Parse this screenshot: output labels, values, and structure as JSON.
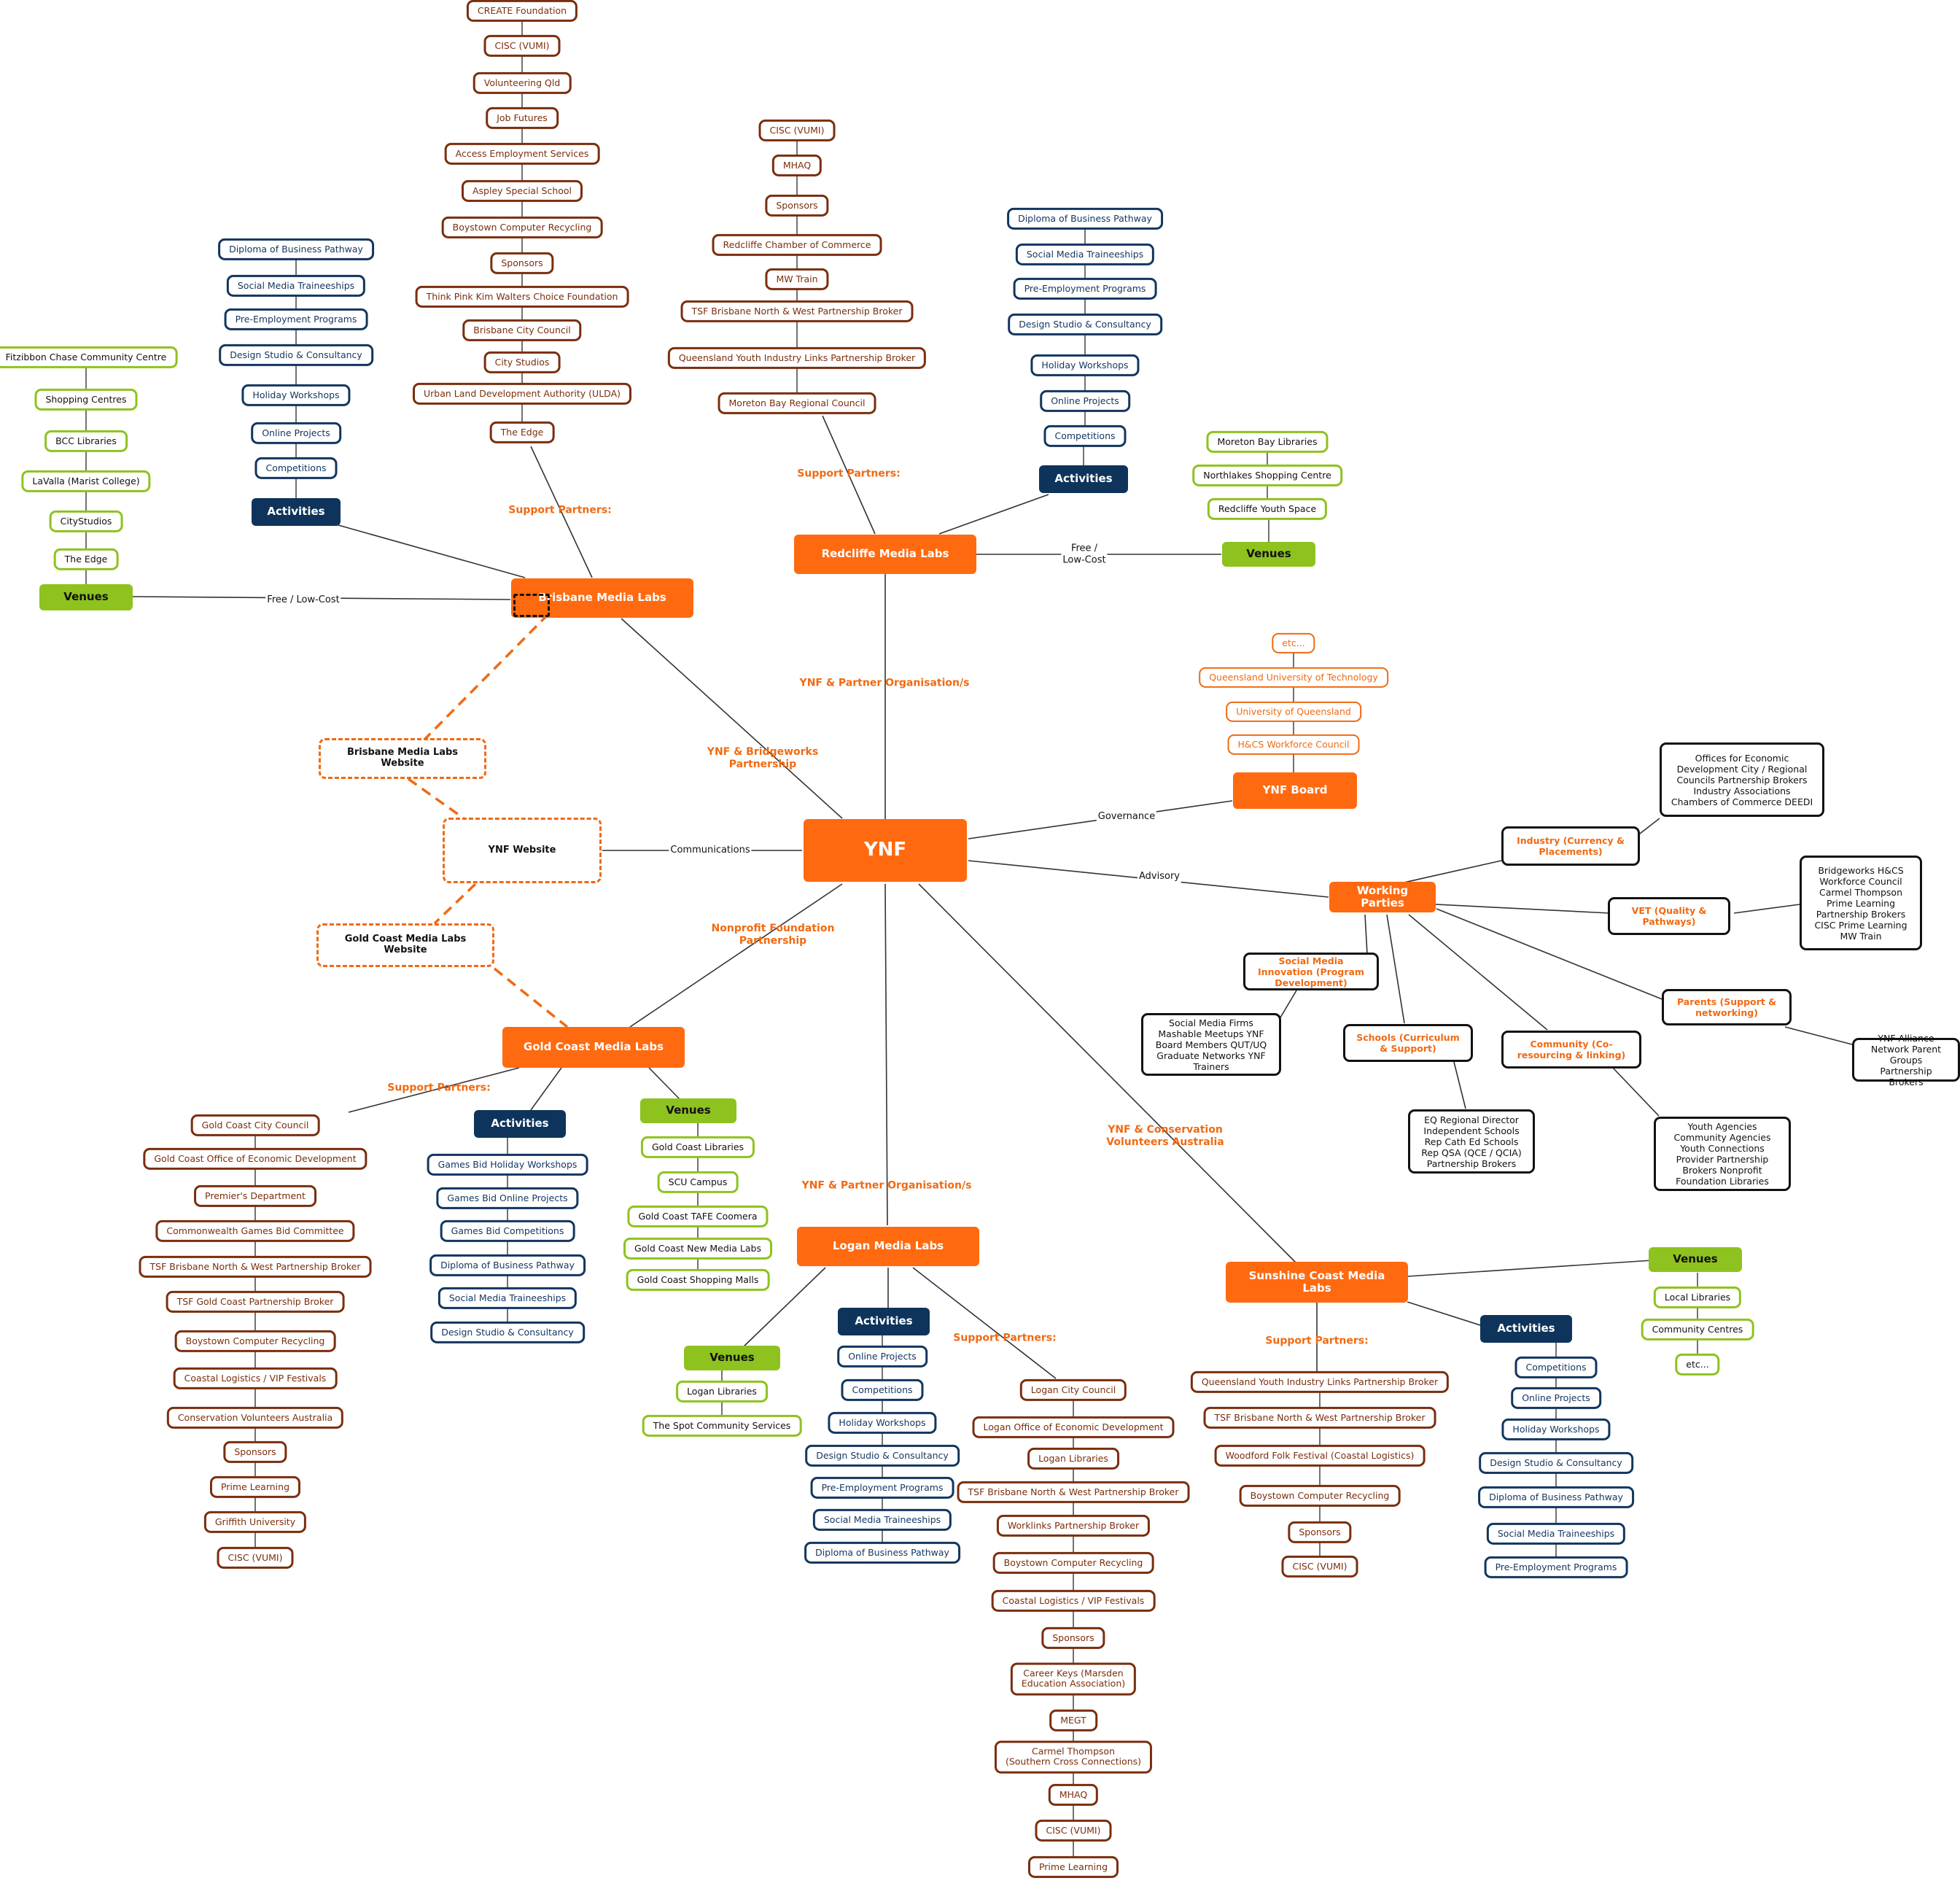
{
  "title": "YNF",
  "nodes": {
    "ynf": "YNF",
    "bml": "Brisbane Media Labs",
    "rml": "Redcliffe Media Labs",
    "gcml": "Gold Coast Media Labs",
    "lml": "Logan Media Labs",
    "scml": "Sunshine Coast Media Labs",
    "ynf_board": "YNF Board",
    "working_parties": "Working Parties",
    "ynf_website": "YNF Website",
    "bml_website": "Brisbane Media Labs Website",
    "gc_website": "Gold Coast Media Labs Website",
    "activities": "Activities",
    "venues": "Venues"
  },
  "edge_labels": {
    "bridgeworks": "YNF & Bridgeworks\nPartnership",
    "partner_org": "YNF & Partner Organisation/s",
    "nonprofit": "Nonprofit Foundation\nPartnership",
    "conservation": "YNF & Conservation\nVolunteers Australia",
    "communications": "Communications",
    "governance": "Governance",
    "advisory": "Advisory",
    "free_low_cost": "Free / Low-Cost",
    "free_low_cost_split": "Free /\nLow-Cost",
    "support_partners": "Support Partners:"
  },
  "brisbane": {
    "support_partners": [
      "CREATE Foundation",
      "CISC (VUMI)",
      "Volunteering Qld",
      "Job Futures",
      "Access Employment Services",
      "Aspley Special School",
      "Boystown Computer Recycling",
      "Sponsors",
      "Think Pink Kim Walters Choice Foundation",
      "Brisbane City Council",
      "City Studios",
      "Urban Land Development Authority (ULDA)",
      "The Edge"
    ],
    "activities": [
      "Diploma of Business Pathway",
      "Social Media Traineeships",
      "Pre-Employment Programs",
      "Design Studio & Consultancy",
      "Holiday Workshops",
      "Online Projects",
      "Competitions"
    ],
    "venues": [
      "Fitzibbon Chase Community Centre",
      "Shopping Centres",
      "BCC Libraries",
      "LaValla (Marist College)",
      "CityStudios",
      "The Edge"
    ]
  },
  "redcliffe": {
    "support_partners": [
      "CISC (VUMI)",
      "MHAQ",
      "Sponsors",
      "Redcliffe Chamber of Commerce",
      "MW Train",
      "TSF Brisbane North & West Partnership Broker",
      "Queensland Youth Industry Links Partnership Broker",
      "Moreton Bay Regional Council"
    ],
    "activities": [
      "Diploma of Business Pathway",
      "Social Media Traineeships",
      "Pre-Employment Programs",
      "Design Studio & Consultancy",
      "Holiday Workshops",
      "Online Projects",
      "Competitions"
    ],
    "venues": [
      "Moreton Bay Libraries",
      "Northlakes Shopping Centre",
      "Redcliffe Youth Space"
    ]
  },
  "board": {
    "unis": [
      "etc...",
      "Queensland University of Technology",
      "University of Queensland",
      "H&CS Workforce Council"
    ]
  },
  "working_parties": {
    "industry": "Industry\n(Currency & Placements)",
    "industry_members": "Offices for Economic Development\nCity / Regional Councils\nPartnership Brokers\nIndustry Associations\nChambers of Commerce\nDEEDI",
    "vet": "VET\n(Quality & Pathways)",
    "vet_members": "Bridgeworks\nH&CS Workforce Council\nCarmel Thompson\nPrime Learning\nPartnership Brokers\nCISC\nPrime Learning\nMW Train",
    "parents": "Parents\n(Support & networking)",
    "parents_members": "YNF Alliance Network\nParent Groups\nPartnership Brokers",
    "community": "Community\n(Co-resourcing & linking)",
    "community_members": "Youth Agencies\nCommunity Agencies\nYouth Connections Provider\nPartnership Brokers\nNonprofit Foundation\nLibraries",
    "schools": "Schools\n(Curriculum & Support)",
    "schools_members": "EQ Regional Director\nIndependent Schools Rep\nCath Ed Schools Rep\nQSA (QCE / QCIA)\nPartnership Brokers",
    "smi": "Social Media Innovation\n(Program Development)",
    "smi_members": "Social Media Firms\nMashable Meetups\nYNF Board Members\nQUT/UQ Graduate Networks\nYNF Trainers"
  },
  "goldcoast": {
    "support_partners": [
      "Gold Coast City Council",
      "Gold Coast Office of Economic Development",
      "Premier's Department",
      "Commonwealth Games Bid Committee",
      "TSF Brisbane North & West Partnership Broker",
      "TSF Gold Coast Partnership Broker",
      "Boystown Computer Recycling",
      "Coastal Logistics / VIP Festivals",
      "Conservation Volunteers Australia",
      "Sponsors",
      "Prime Learning",
      "Griffith University",
      "CISC (VUMI)"
    ],
    "activities": [
      "Games Bid Holiday Workshops",
      "Games Bid Online Projects",
      "Games Bid Competitions",
      "Diploma of Business Pathway",
      "Social Media Traineeships",
      "Design Studio & Consultancy"
    ],
    "venues": [
      "Gold Coast Libraries",
      "SCU Campus",
      "Gold Coast TAFE Coomera",
      "Gold Coast New Media Labs",
      "Gold Coast Shopping Malls"
    ]
  },
  "logan": {
    "venues": [
      "Logan Libraries",
      "The Spot Community Services"
    ],
    "activities": [
      "Online Projects",
      "Competitions",
      "Holiday Workshops",
      "Design Studio & Consultancy",
      "Pre-Employment Programs",
      "Social Media Traineeships",
      "Diploma of Business Pathway"
    ],
    "support_partners": [
      "Logan City Council",
      "Logan Office of Economic Development",
      "Logan Libraries",
      "TSF Brisbane North & West Partnership Broker",
      "Worklinks Partnership Broker",
      "Boystown Computer Recycling",
      "Coastal Logistics / VIP Festivals",
      "Sponsors",
      "Career Keys (Marsden\nEducation Association)",
      "MEGT",
      "Carmel Thompson\n(Southern Cross Connections)",
      "MHAQ",
      "CISC (VUMI)",
      "Prime Learning"
    ]
  },
  "sunshine": {
    "support_partners": [
      "Queensland Youth Industry Links Partnership Broker",
      "TSF Brisbane North & West Partnership Broker",
      "Woodford Folk Festival (Coastal Logistics)",
      "Boystown Computer Recycling",
      "Sponsors",
      "CISC (VUMI)"
    ],
    "activities": [
      "Competitions",
      "Online Projects",
      "Holiday Workshops",
      "Design Studio & Consultancy",
      "Diploma of Business Pathway",
      "Social Media Traineeships",
      "Pre-Employment Programs"
    ],
    "venues": [
      "Local Libraries",
      "Community Centres",
      "etc..."
    ]
  },
  "colors": {
    "orange": "#ff6a10",
    "navy": "#0e345c",
    "green": "#8ec21f",
    "brown": "#7a2e0e",
    "dark": "#111111"
  }
}
